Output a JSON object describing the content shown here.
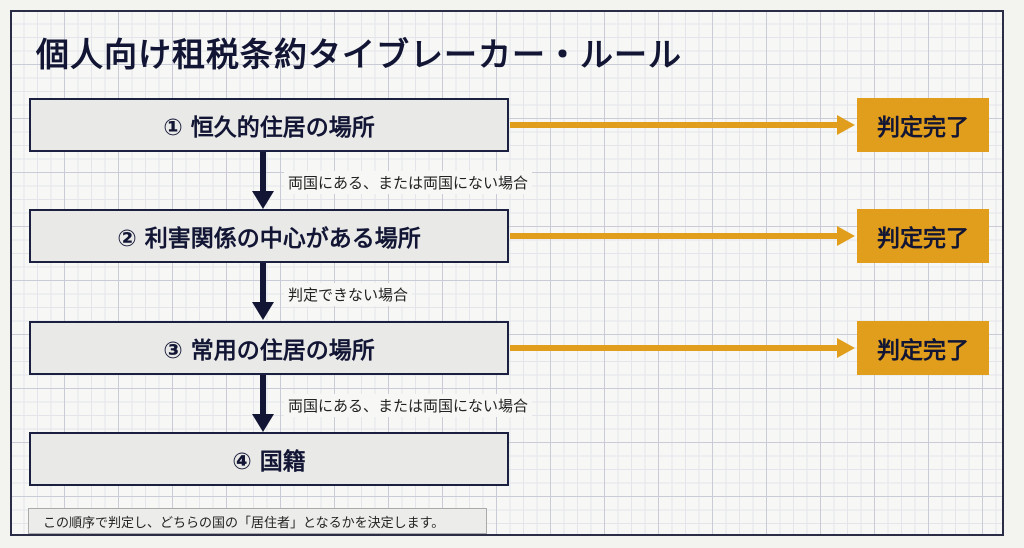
{
  "title": "個人向け租税条約タイブレーカー・ルール",
  "steps": [
    {
      "label": "① 恒久的住居の場所",
      "result": "判定完了",
      "condition": "両国にある、または両国にない場合"
    },
    {
      "label": "② 利害関係の中心がある場所",
      "result": "判定完了",
      "condition": "判定できない場合"
    },
    {
      "label": "③ 常用の住居の場所",
      "result": "判定完了",
      "condition": "両国にある、または両国にない場合"
    },
    {
      "label": "④ 国籍"
    }
  ],
  "note": "この順序で判定し、どちらの国の「居住者」となるかを決定します。",
  "colors": {
    "accent": "#e09e1c",
    "ink": "#121634"
  }
}
